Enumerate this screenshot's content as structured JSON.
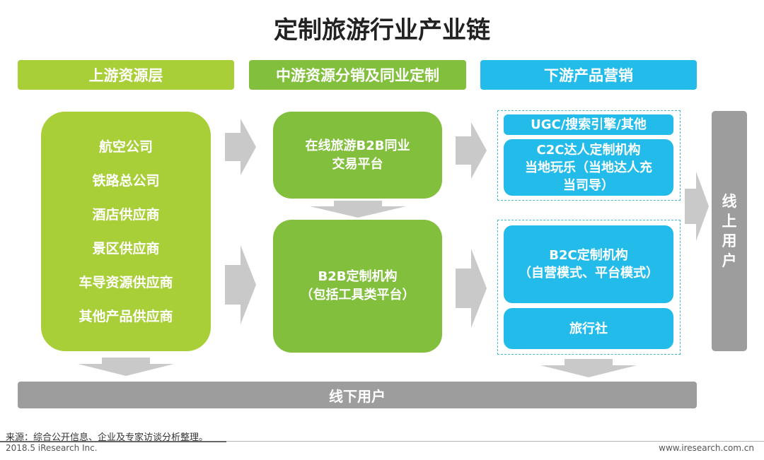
{
  "title": "定制旅游行业产业链",
  "headers": {
    "upstream": "上游资源层",
    "midstream": "中游资源分销及同业定制",
    "downstream": "下游产品营销"
  },
  "upstream_items": [
    "航空公司",
    "铁路总公司",
    "酒店供应商",
    "景区供应商",
    "车导资源供应商",
    "其他产品供应商"
  ],
  "midstream": {
    "b2b_trade": [
      "在线旅游B2B同业",
      "交易平台"
    ],
    "b2b_custom": [
      "B2B定制机构",
      "（包括工具类平台）"
    ]
  },
  "downstream": {
    "ugc": "UGC/搜索引擎/其他",
    "c2c": [
      "C2C达人定制机构",
      "当地玩乐（当地达人充",
      "当司导）"
    ],
    "b2c": [
      "B2C定制机构",
      "（自营模式、平台模式）"
    ],
    "travel_agency": "旅行社"
  },
  "online_users": [
    "线",
    "上",
    "用",
    "户"
  ],
  "offline_users": "线下用户",
  "footer": {
    "source": "来源：综合公开信息、企业及专家访谈分析整理。",
    "date": "2018.5 iResearch Inc.",
    "site": "www.iresearch.com.cn"
  },
  "colors": {
    "upstream": "#a9cf38",
    "midstream": "#82bf3d",
    "downstream": "#23bcea",
    "users": "#9d9d9d",
    "arrow": "#c9c9c9"
  }
}
